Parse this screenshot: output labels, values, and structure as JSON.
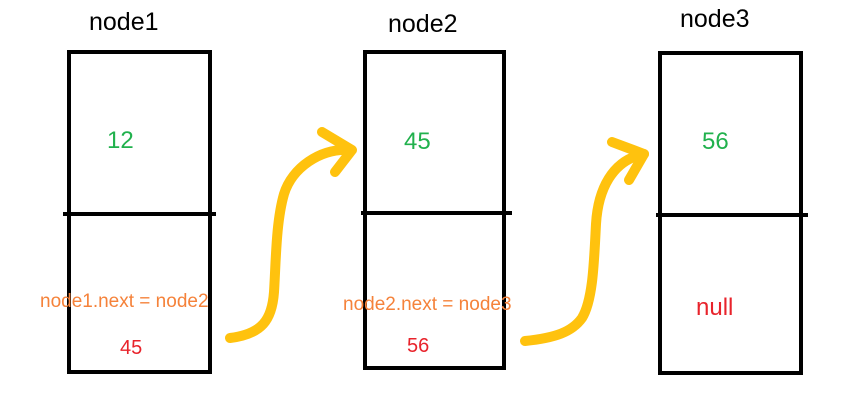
{
  "nodes": [
    {
      "title": "node1",
      "data": "12",
      "next_label": "node1.next = node2",
      "next_value": "45"
    },
    {
      "title": "node2",
      "data": "45",
      "next_label": "node2.next = node3",
      "next_value": "56"
    },
    {
      "title": "node3",
      "data": "56",
      "next_value": "null"
    }
  ],
  "colors": {
    "data_text": "#21b14d",
    "next_value_text": "#e8232b",
    "next_label_text": "#f5823a",
    "arrow": "#ffc20e",
    "outline": "#000000"
  }
}
